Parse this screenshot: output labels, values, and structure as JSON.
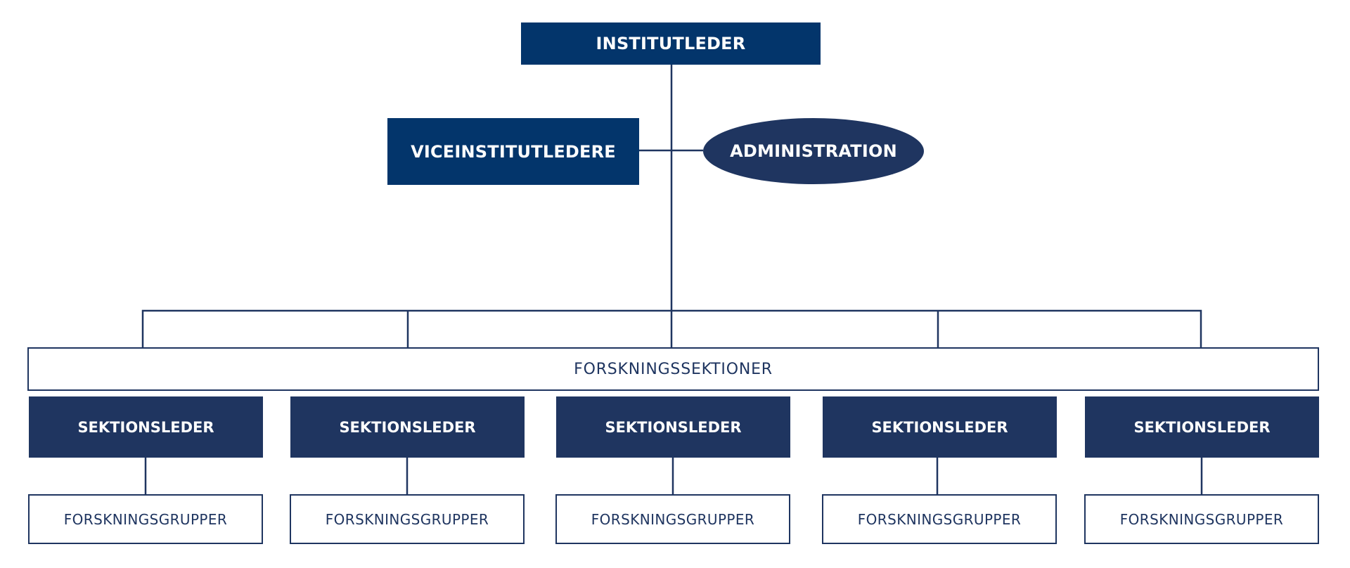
{
  "chart": {
    "top": "INSTITUTLEDER",
    "vice": "VICEINSTITUTLEDERE",
    "administration": "ADMINISTRATION",
    "sections_bar": "FORSKNINGSSEKTIONER",
    "section_leaders": [
      "SEKTIONSLEDER",
      "SEKTIONSLEDER",
      "SEKTIONSLEDER",
      "SEKTIONSLEDER",
      "SEKTIONSLEDER"
    ],
    "research_groups": [
      "FORSKNINGSGRUPPER",
      "FORSKNINGSGRUPPER",
      "FORSKNINGSGRUPPER",
      "FORSKNINGSGRUPPER",
      "FORSKNINGSGRUPPER"
    ]
  },
  "colors": {
    "primary_navy": "#03356b",
    "secondary_navy": "#1f3560",
    "background": "#ffffff"
  }
}
